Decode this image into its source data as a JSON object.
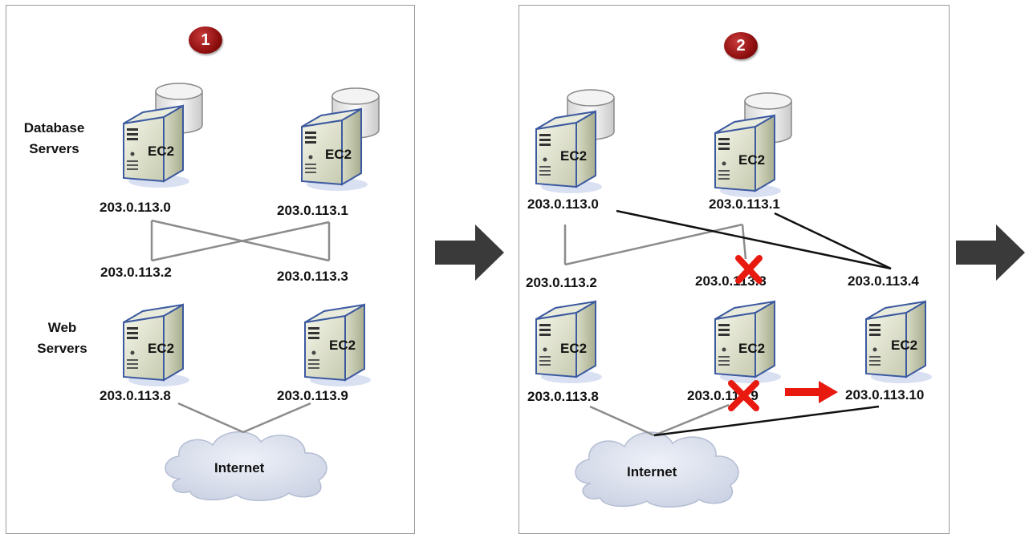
{
  "panel1": {
    "badge": "1",
    "group_labels": {
      "database": "Database\nServers",
      "web": "Web\nServers"
    },
    "ips": {
      "db_a": "203.0.113.0",
      "db_b": "203.0.113.1",
      "mid_a": "203.0.113.2",
      "mid_b": "203.0.113.3",
      "web_a": "203.0.113.8",
      "web_b": "203.0.113.9"
    },
    "server_label": "EC2",
    "cloud_label": "Internet"
  },
  "panel2": {
    "badge": "2",
    "ips": {
      "db_a": "203.0.113.0",
      "db_b": "203.0.113.1",
      "mid_a": "203.0.113.2",
      "mid_b": "203.0.113.3",
      "mid_c": "203.0.113.4",
      "web_a": "203.0.113.8",
      "web_b": "203.0.113.9",
      "web_c": "203.0.113.10"
    },
    "server_label": "EC2",
    "cloud_label": "Internet"
  },
  "colors": {
    "badge": "#8f0f0f",
    "failure": "#e8190f",
    "arrow_dark": "#3a3a3a",
    "cloud": "#d5dbe8"
  }
}
